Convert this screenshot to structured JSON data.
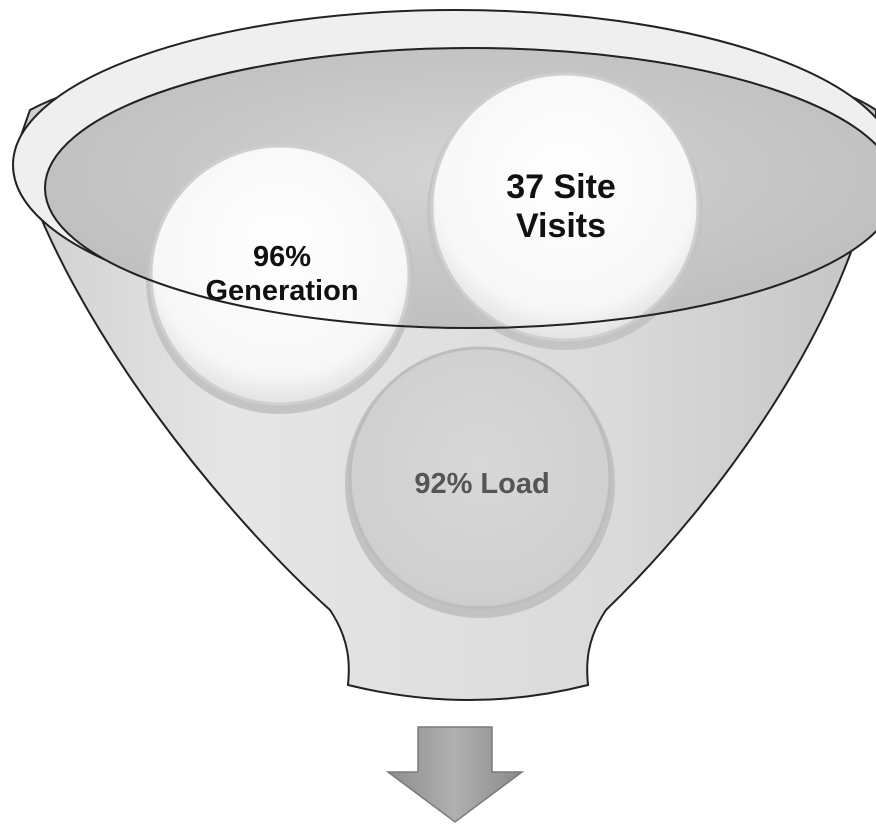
{
  "diagram": {
    "type": "funnel",
    "circles": [
      {
        "id": "site-visits",
        "lines": [
          "37 Site",
          "Visits"
        ],
        "text_color": "#111111"
      },
      {
        "id": "generation",
        "lines": [
          "96%",
          "Generation"
        ],
        "text_color": "#111111"
      },
      {
        "id": "load",
        "lines": [
          "92% Load"
        ],
        "text_color": "#555555"
      }
    ],
    "colors": {
      "funnel_body": "#dcdcdc",
      "funnel_rim": "#f0f0f0",
      "funnel_inner": "#c9c9c9",
      "outline": "#222222",
      "arrow": "#9a9a9a"
    }
  }
}
